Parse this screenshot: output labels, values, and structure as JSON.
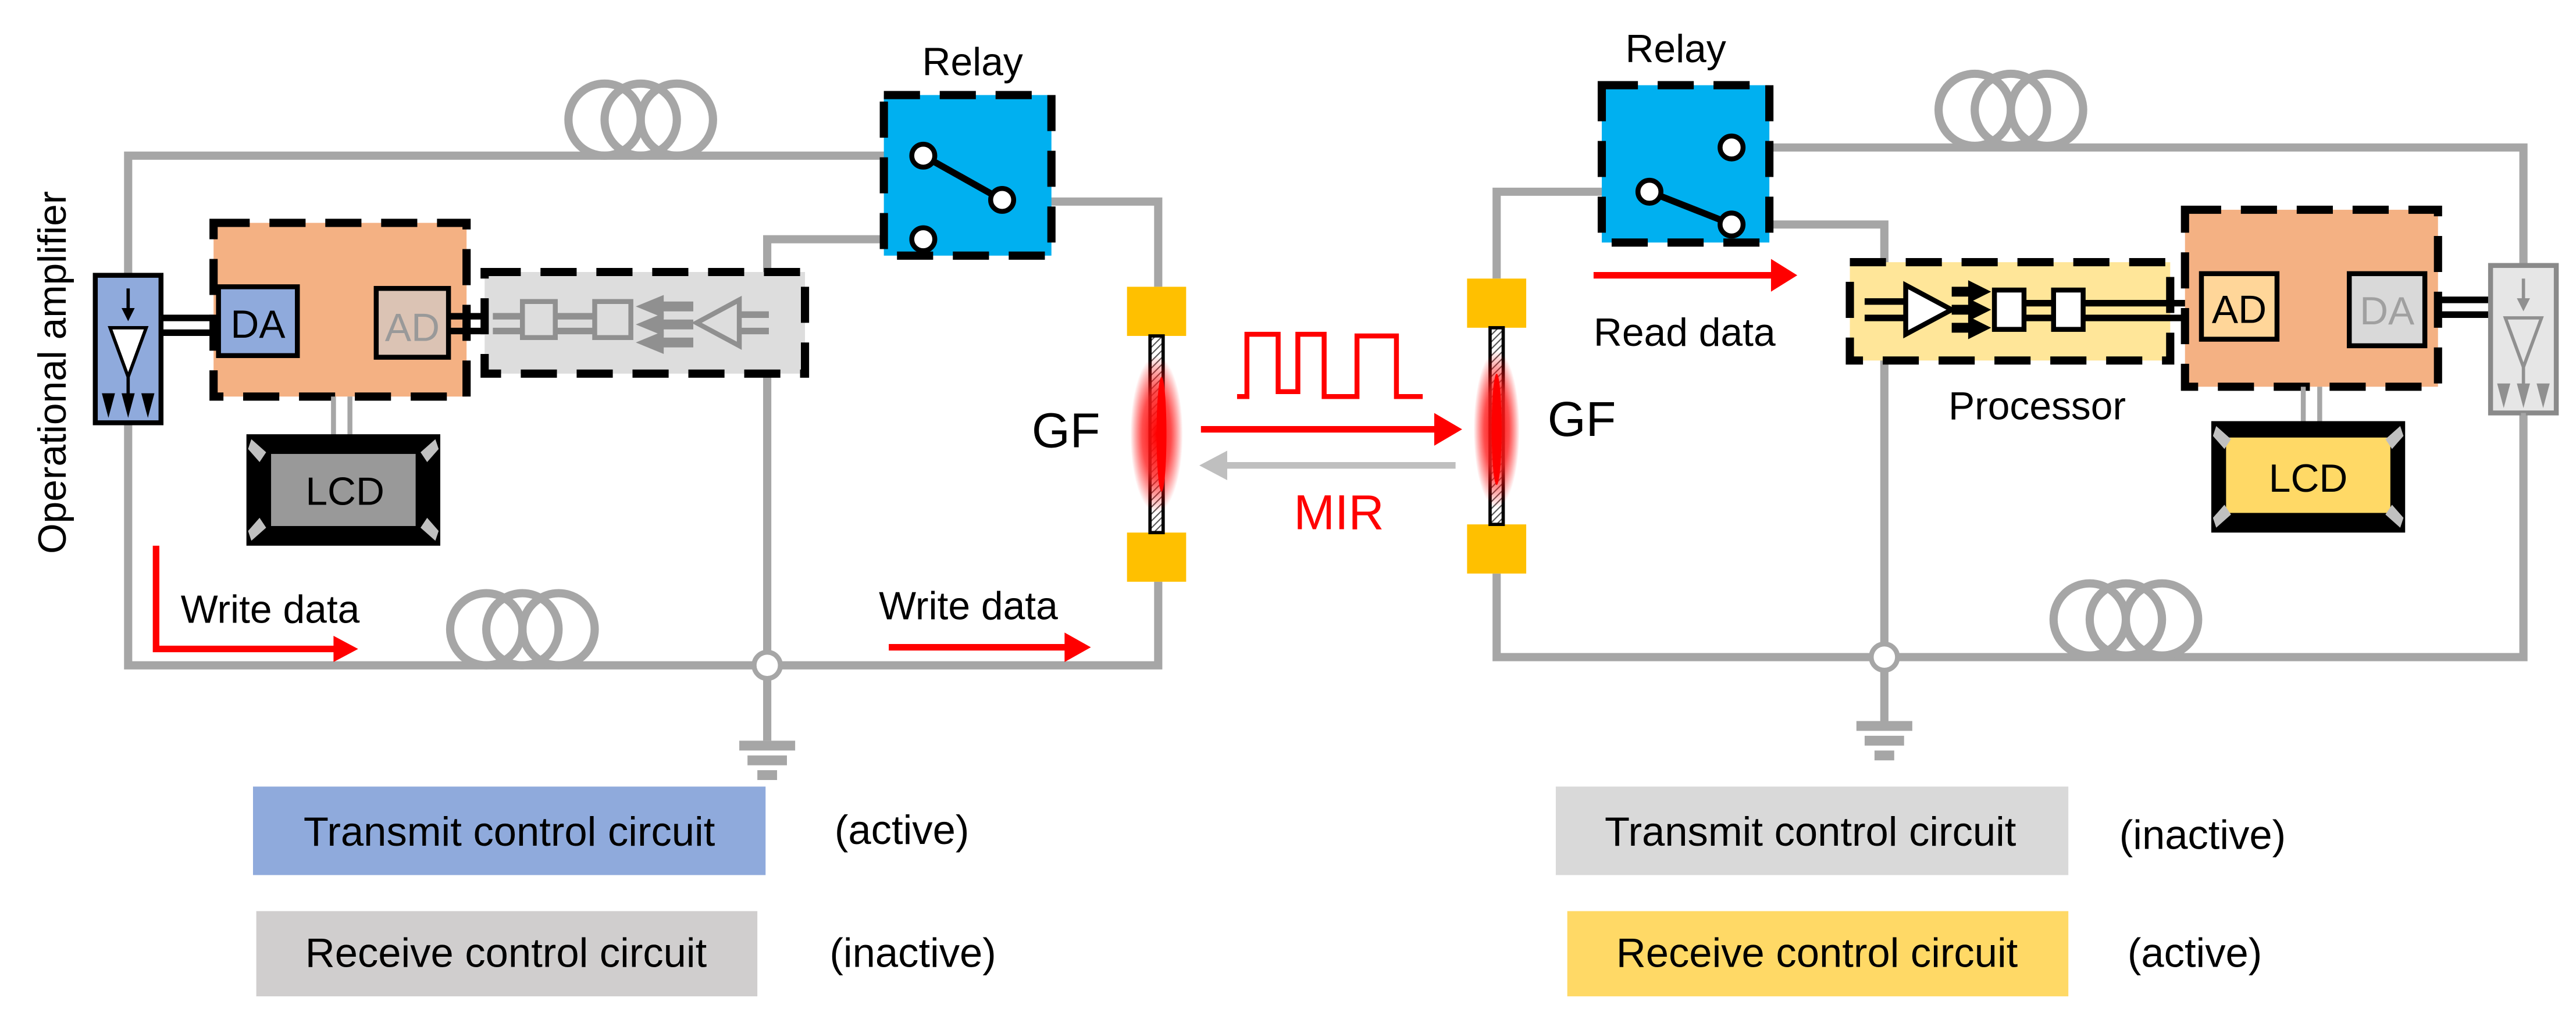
{
  "diagram": {
    "left": {
      "relay_label": "Relay",
      "side_label": "Operational amplifier",
      "da_label": "DA",
      "ad_label": "AD",
      "lcd_label": "LCD",
      "write_data_label_1": "Write data",
      "write_data_label_2": "Write data",
      "gf_label": "GF"
    },
    "right": {
      "relay_label": "Relay",
      "read_data_label": "Read data",
      "processor_label": "Processor",
      "ad_label": "AD",
      "da_label": "DA",
      "lcd_label": "LCD",
      "gf_label": "GF"
    },
    "center": {
      "signal_label": "MIR"
    },
    "legend": {
      "left": [
        {
          "label": "Transmit control circuit",
          "state": "(active)",
          "color": "#8faadc"
        },
        {
          "label": "Receive control circuit",
          "state": "(inactive)",
          "color": "#d0cece"
        }
      ],
      "right": [
        {
          "label": "Transmit control circuit",
          "state": "(inactive)",
          "color": "#d9d9d9"
        },
        {
          "label": "Receive control circuit",
          "state": "(active)",
          "color": "#ffd966"
        }
      ]
    },
    "colors": {
      "relay": "#00b0f0",
      "processor_block": "#f4b183",
      "transmit_active": "#8faadc",
      "receive_active": "#ffe699",
      "inactive": "#dddddd",
      "electrode": "#ffc000",
      "signal": "#ff0000",
      "wire": "#a6a6a6"
    }
  }
}
